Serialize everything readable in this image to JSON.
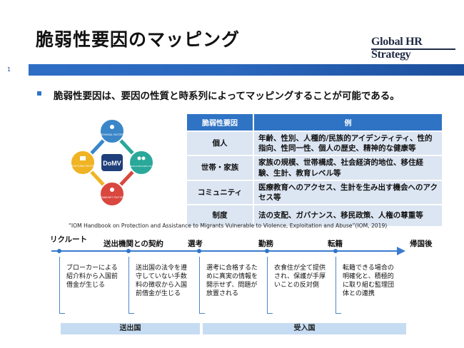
{
  "header": {
    "title": "脆弱性要因のマッピング",
    "logo_text": "Global HR Strategy",
    "page_number": "1"
  },
  "bullet": "脆弱性要因は、要因の性質と時系列によってマッピングすることが可能である。",
  "diagram": {
    "center": "DoMV",
    "nodes": [
      {
        "label": "INDIVIDUAL FACTORS",
        "color": "#3a86c8"
      },
      {
        "label": "HOUSEHOLD AND FAMILY FACTORS",
        "color": "#2aa89a"
      },
      {
        "label": "COMMUNITY FACTORS",
        "color": "#d9473f"
      },
      {
        "label": "STRUCTURAL FACTORS",
        "color": "#f0b323"
      }
    ]
  },
  "table": {
    "headers": [
      "脆弱性要因",
      "例"
    ],
    "rows": [
      {
        "category": "個人",
        "example": "年齢、性別、人種的/民族的アイデンティティ、性的指向、性同一性、個人の歴史、精神的な健康等"
      },
      {
        "category": "世帯・家族",
        "example": "家族の規模、世帯構成、社会経済的地位、移住経験、生計、教育レベル等"
      },
      {
        "category": "コミュニティ",
        "example": "医療教育へのアクセス、生計を生み出す機会へのアクセス等"
      },
      {
        "category": "制度",
        "example": "法の支配、ガバナンス、移民政策、人権の尊重等"
      }
    ]
  },
  "citation": "“IOM Handbook on Protection and Assistance to Migrants Vulnerable to Violence, Exploitation and Abuse”(IOM, 2019)",
  "timeline": {
    "stages": [
      "リクルート",
      "送出機関との契約",
      "選考",
      "勤務",
      "転籍",
      "帰国後"
    ],
    "notes": [
      "ブローカーによる紹介料から入国前借金が生じる",
      "送出国の法令を遵守していない手数料の徴収から入国前借金が生じる",
      "選考に合格するために真実の情報を開示せず、問題が放置される",
      "衣食住が全て提供され、保護が手厚いことの反対側",
      "転籍できる場合の明確化と、積極的に取り組む監理団体との連携"
    ],
    "phases": [
      "送出国",
      "受入国"
    ]
  }
}
